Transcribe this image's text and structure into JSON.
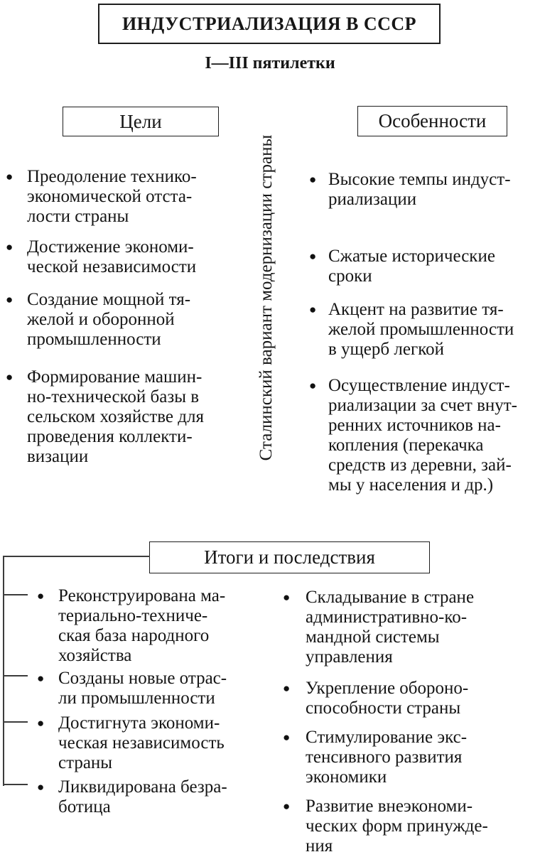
{
  "title": "ИНДУСТРИАЛИЗАЦИЯ В СССР",
  "subtitle": "I—III пятилетки",
  "center_label": "Сталинский вариант модернизации страны",
  "bullet_glyph": "●",
  "goals": {
    "header": "Цели",
    "items": [
      {
        "lines": [
          "Преодоление технико-",
          "экономической отста-",
          "лости страны"
        ]
      },
      {
        "lines": [
          "Достижение экономи-",
          "ческой независимости"
        ]
      },
      {
        "lines": [
          "Создание мощной тя-",
          "желой и оборонной",
          "промышленности"
        ]
      },
      {
        "lines": [
          "Формирование машин-",
          "но-технической базы в",
          "сельском хозяйстве для",
          "проведения коллекти-",
          "визации"
        ]
      }
    ]
  },
  "features": {
    "header": "Особенности",
    "items": [
      {
        "lines": [
          "Высокие темпы индуст-",
          "риализации"
        ]
      },
      {
        "lines": [
          "Сжатые исторические",
          "сроки"
        ]
      },
      {
        "lines": [
          "Акцент на развитие тя-",
          "желой промышленности",
          "в ущерб легкой"
        ]
      },
      {
        "lines": [
          "Осуществление индуст-",
          "риализации за счет внут-",
          "ренних источников на-",
          "копления (перекачка",
          "средств из деревни, зай-",
          "мы у населения и др.)"
        ]
      }
    ]
  },
  "results": {
    "header": "Итоги и последствия",
    "left_items": [
      {
        "lines": [
          "Реконструирована ма-",
          "териально-техниче-",
          "ская база народного",
          "хозяйства"
        ]
      },
      {
        "lines": [
          "Созданы новые отрас-",
          "ли промышленности"
        ]
      },
      {
        "lines": [
          "Достигнута экономи-",
          "ческая независимость",
          "страны"
        ]
      },
      {
        "lines": [
          "Ликвидирована безра-",
          "ботица"
        ]
      }
    ],
    "right_items": [
      {
        "lines": [
          "Складывание в стране",
          "административно-ко-",
          "мандной системы",
          "управления"
        ]
      },
      {
        "lines": [
          "Укрепление обороно-",
          "способности страны"
        ]
      },
      {
        "lines": [
          "Стимулирование экс-",
          "тенсивного развития",
          "экономики"
        ]
      },
      {
        "lines": [
          "Развитие внеэкономи-",
          "ческих форм принужде-",
          "ния"
        ]
      }
    ]
  },
  "colors": {
    "text": "#161616",
    "border": "#1e1e1e",
    "line": "#3c3c3c",
    "background": "#ffffff"
  }
}
